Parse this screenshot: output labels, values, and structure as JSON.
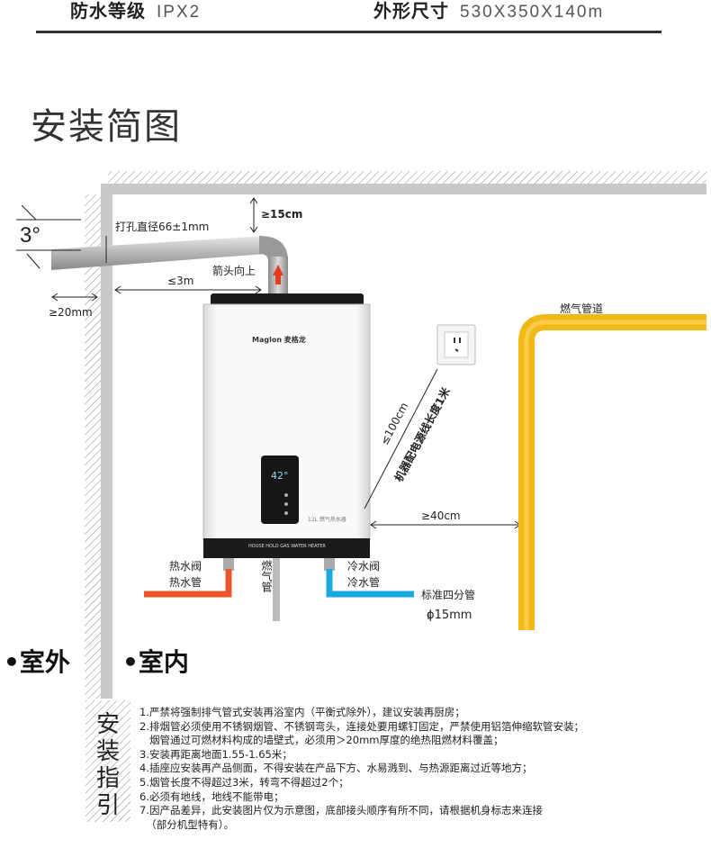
{
  "specs": [
    {
      "label": "防水等级",
      "value": "IPX2"
    },
    {
      "label": "外形尺寸",
      "value": "530X350X140m"
    }
  ],
  "section_title": "安装简图",
  "diagram": {
    "angle": "3°",
    "hole_diameter": "打孔直径66±1mm",
    "top_clearance": "≥15cm",
    "arrow_up": "箭头向上",
    "pipe_length": "≤3m",
    "wall_gap": "≥20mm",
    "gas_pipeline": "燃气管道",
    "socket_distance": "≤100cm",
    "power_cord": "机器配电源线长度1米",
    "side_distance": "≥40cm",
    "hot_valve": "热水阀",
    "hot_pipe": "热水管",
    "gas_pipe": "燃气管",
    "cold_valve": "冷水阀",
    "cold_pipe": "冷水管",
    "standard_pipe": "标准四分管",
    "pipe_diameter": "ϕ15mm",
    "outdoor": "•室外",
    "indoor": "•室内",
    "brand": "Maglon 麦格龙",
    "display_temp": "42°",
    "model_tag": "12L 燃气热水器",
    "bottom_band": "HOUSE HOLD GAS WATER HEATER",
    "colors": {
      "hot": "#e8572a",
      "cold": "#1aa8e0",
      "gas": "#f2b818",
      "heater_band": "#1b1b1b"
    }
  },
  "guide": {
    "title": "安装指引",
    "items": [
      "1.严禁将强制排气管式安装再浴室内（平衡式除外），建议安装再厨房；",
      "2.排烟管必须使用不锈钢烟管、不锈钢弯头，连接处要用螺钉固定，严禁使用铝箔伸缩软管安装；",
      "   烟管通过可燃材料构成的墙壁式，必须用＞20mm厚度的绝热阻燃材料覆盖；",
      "3.安装再距离地面1.55-1.65米；",
      "4.插座应安装再产品侧面，不得安装在产品下方、水易溅到、与热源距离过近等地方；",
      "5.烟管长度不得超过3米，转弯不得超过2个；",
      "6.必须有地线，地线不能带电；",
      "7.因产品差异，此安装图片仅为示意图，底部接头顺序有所不同，请根据机身标志来连接",
      "  （部分机型特有）。"
    ]
  }
}
